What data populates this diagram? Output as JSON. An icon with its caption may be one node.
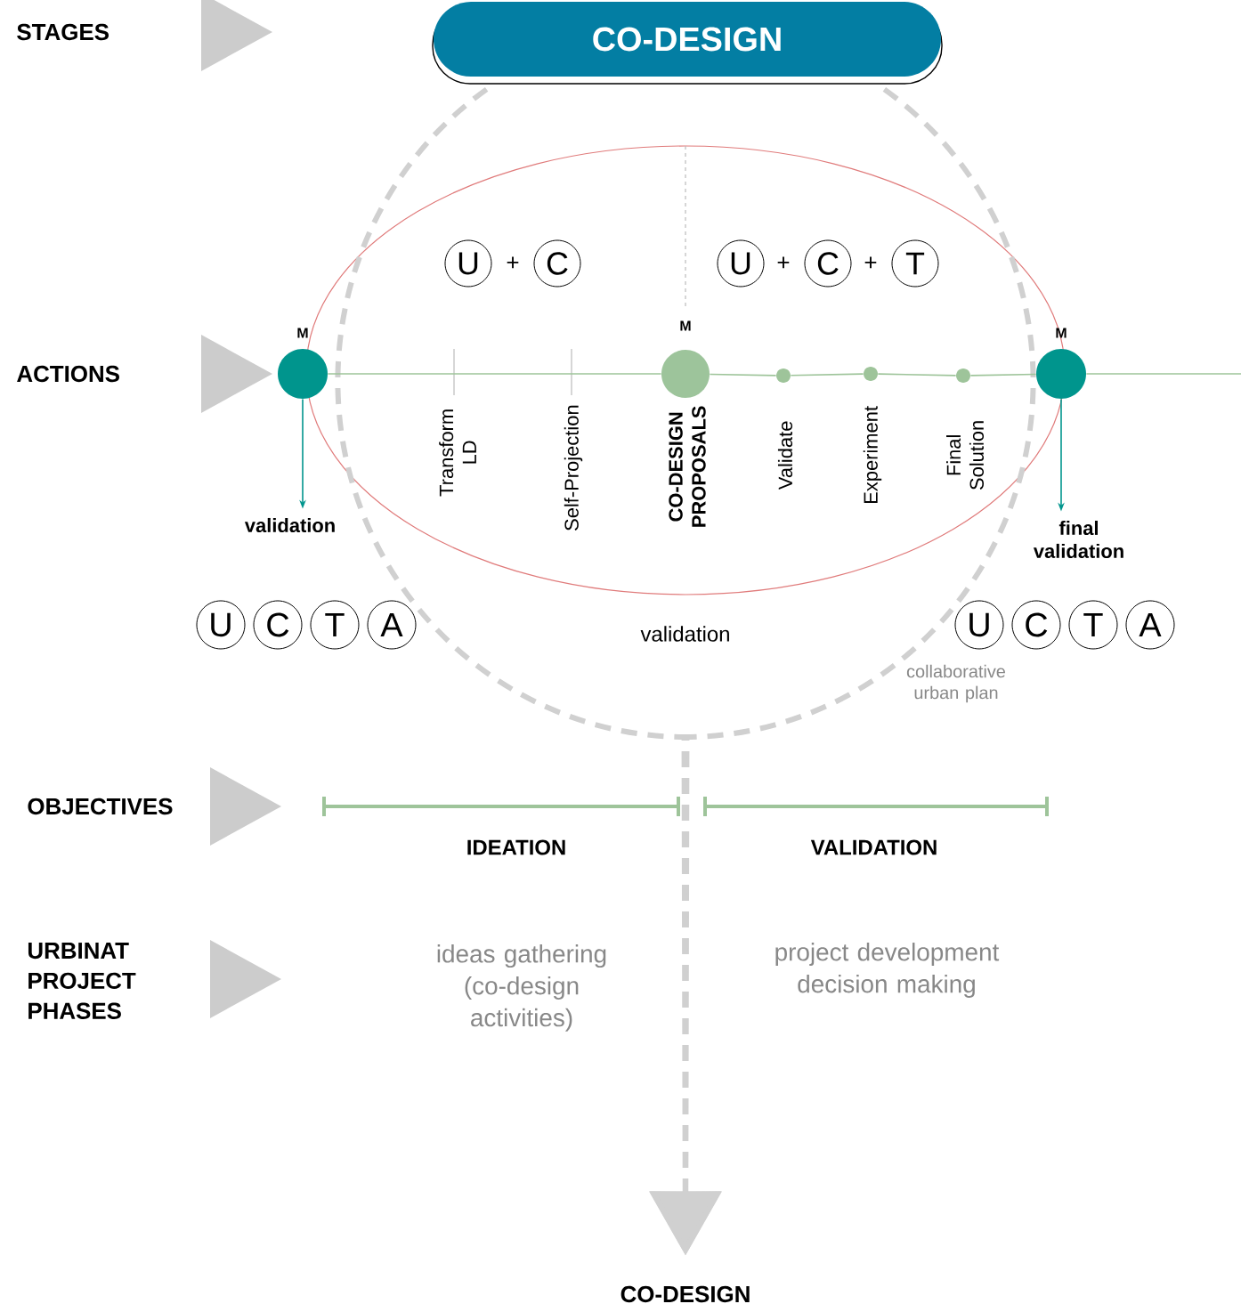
{
  "diagram": {
    "nodes": [
      {
        "text": [
          "CO-DESIGN"
        ]
      },
      {
        "text": [
          "U"
        ]
      },
      {
        "text": [
          "C"
        ]
      },
      {
        "text": [
          "U"
        ]
      },
      {
        "text": [
          "C"
        ]
      },
      {
        "text": [
          "T"
        ]
      },
      {
        "text": [],
        "shape": "circle",
        "beside": [
          "M"
        ]
      },
      {
        "text": [],
        "shape": "circle",
        "beside": [
          "M",
          "CO-DESIGN PROPOSALS"
        ]
      },
      {
        "text": [],
        "shape": "circle",
        "beside": [
          "Validate"
        ]
      },
      {
        "text": [],
        "shape": "circle",
        "beside": [
          "Experiment"
        ]
      },
      {
        "text": [],
        "shape": "circle",
        "beside": [
          "Final Solution"
        ]
      },
      {
        "text": [],
        "shape": "circle",
        "beside": [
          "M"
        ]
      },
      {
        "text": [
          "validation"
        ]
      },
      {
        "text": [
          "final validation"
        ]
      },
      {
        "text": [
          "U"
        ]
      },
      {
        "text": [
          "C"
        ]
      },
      {
        "text": [
          "T"
        ]
      },
      {
        "text": [
          "A"
        ]
      },
      {
        "text": [
          "U"
        ]
      },
      {
        "text": [
          "C"
        ]
      },
      {
        "text": [
          "T"
        ]
      },
      {
        "text": [
          "A"
        ]
      },
      {
        "text": [
          "CO-DESIGN"
        ]
      }
    ],
    "edges": [
      {
        "from": 0,
        "to": 22,
        "arrow": "to",
        "style": "dashed",
        "color": "#d0d0d0"
      },
      {
        "from": 0,
        "to": 22,
        "arrow": "to",
        "style": "dashed",
        "color": "#d0d0d0"
      },
      {
        "from": 6,
        "to": 7,
        "arrow": "none"
      },
      {
        "from": 7,
        "to": 8,
        "arrow": "none"
      },
      {
        "from": 8,
        "to": 9,
        "arrow": "none"
      },
      {
        "from": 9,
        "to": 10,
        "arrow": "none"
      },
      {
        "from": 10,
        "to": 11,
        "arrow": "none"
      },
      {
        "from": 11,
        "to": null,
        "arrow": "none"
      },
      {
        "from": 6,
        "to": 12,
        "arrow": "to",
        "color": "#00958d"
      },
      {
        "from": 11,
        "to": 13,
        "arrow": "to",
        "color": "#00958d"
      }
    ],
    "labels": [
      "STAGES",
      "+",
      "+",
      "+",
      "ACTIONS",
      "Transform LD",
      "Self-Projection",
      "validation",
      "collaborative urban plan",
      "OBJECTIVES",
      "IDEATION",
      "VALIDATION",
      "URBINAT PROJECT PHASES",
      "ideas gathering (co-design activities)",
      "project development decision making"
    ]
  }
}
